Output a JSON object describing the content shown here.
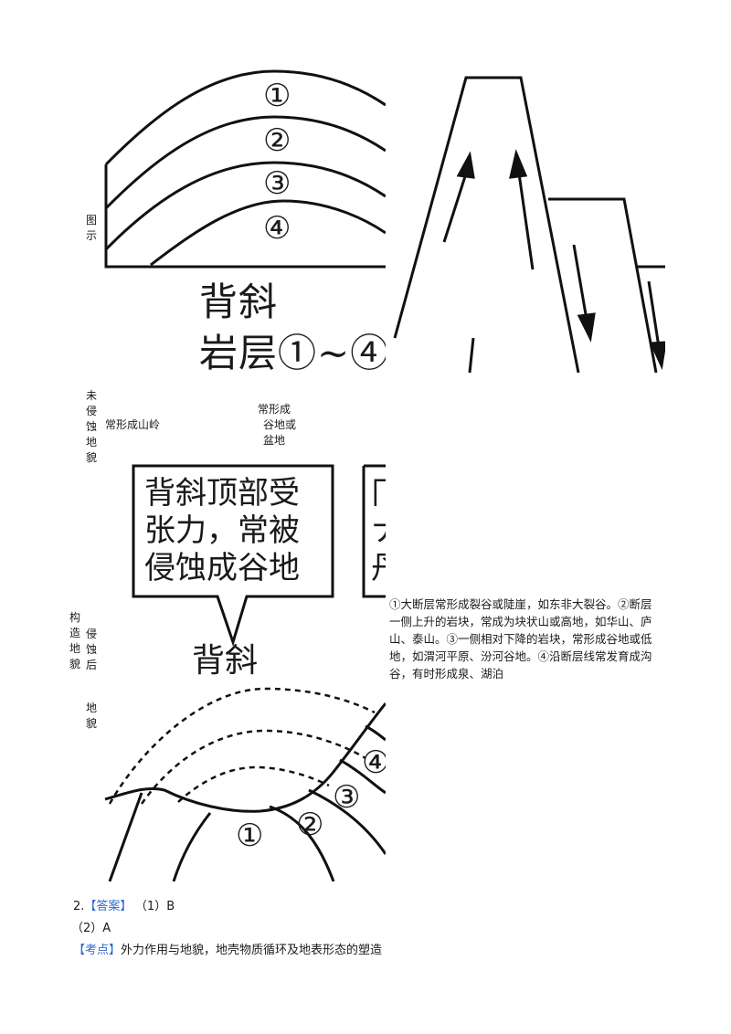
{
  "figure_anticline": {
    "side_label": "图示",
    "layers": [
      "①",
      "②",
      "③",
      "④"
    ],
    "title": "背斜",
    "subtitle": "岩层①~④"
  },
  "row_uneroded": {
    "label": "未侵蚀地貌",
    "anticline_text": "常形成山岭",
    "syncline_text": [
      "常形成",
      "谷地或",
      "盆地"
    ]
  },
  "bubble": {
    "lines": [
      "背斜顶部受",
      "张力，常被",
      "侵蚀成谷地"
    ],
    "partial_lines": [
      "冂",
      "ナ",
      "丹"
    ]
  },
  "row_eroded": {
    "label_col1": "构造地貌",
    "label_col2": "侵蚀后",
    "label_col3": "地貌",
    "figure_title": "背斜",
    "layers": [
      "①",
      "②",
      "③",
      "④"
    ]
  },
  "fault_text": "①大断层常形成裂谷或陡崖，如东非大裂谷。②断层一侧上升的岩块，常成为块状山或高地，如华山、庐山、泰山。③一侧相对下降的岩块，常形成谷地或低地，如渭河平原、汾河谷地。④沿断层线常发育成沟谷，有时形成泉、湖泊",
  "answer": {
    "number": "2.",
    "tag": "【答案】",
    "part1": "（1）B",
    "part2": "（2）A"
  },
  "kaodian": {
    "tag": "【考点】",
    "text": "外力作用与地貌，地壳物质循环及地表形态的塑造"
  }
}
